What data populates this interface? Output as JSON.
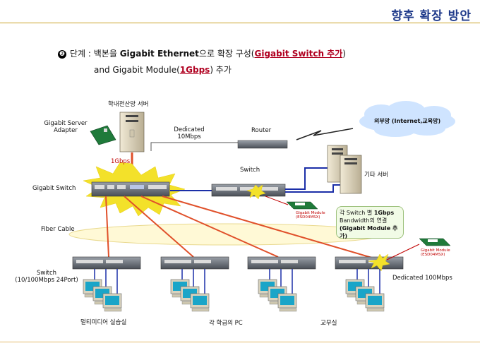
{
  "title": "향후 확장 방안",
  "intro": {
    "bullet": "❷",
    "step_label": "단계 : ",
    "line1_a": "백본을 ",
    "line1_b": "Gigabit Ethernet",
    "line1_c": "으로 확장 구성(",
    "line1_link": "Gigabit Switch 추가",
    "line1_d": ")",
    "line2_a": "and Gigabit Module(",
    "line2_link": "1Gbps",
    "line2_b": ") 추가"
  },
  "labels": {
    "server_title": "학내전산망 서버",
    "gigabit_adapter": "Gigabit Server\nAdapter",
    "dedicated_10": "Dedicated\n10Mbps",
    "router": "Router",
    "internet": "외부망 (Internet,교육망)",
    "gbps": "1Gbps",
    "switch": "Switch",
    "other_server": "기타 서버",
    "gigabit_switch": "Gigabit Switch",
    "module_1": "Gigabit Module\n(ESD04MSX)",
    "module_2": "Gigabit Module\n(ESD04MSX)",
    "fiber_cable": "Fiber Cable",
    "speech_a": "각 Switch 별 ",
    "speech_b": "1Gbps",
    "speech_c": "Bandwidth의 연결",
    "speech_d": "(Gigabit Module 추가)",
    "switch_bottom": "Switch\n(10/100Mbps 24Port)",
    "dedicated_100": "Dedicated 100Mbps",
    "group_multimedia": "멀티미디어 실습실",
    "group_class": "각 학급의 PC",
    "group_staff": "교무실"
  },
  "colors": {
    "title": "#1f3a8a",
    "accent_red": "#b00020",
    "gigabit_link": "#e0502a",
    "lan_link": "#1b2fa8",
    "star": "#f3e12a",
    "cloud": "#cfe4ff",
    "ellipse": "#fff9d6",
    "rule": "#c9a227"
  },
  "icons": {
    "server": "server-icon",
    "router": "router-icon",
    "switch": "switch-icon",
    "pc": "pc-icon",
    "cloud": "cloud-icon",
    "module": "network-module-icon",
    "lightning": "lightning-icon"
  }
}
